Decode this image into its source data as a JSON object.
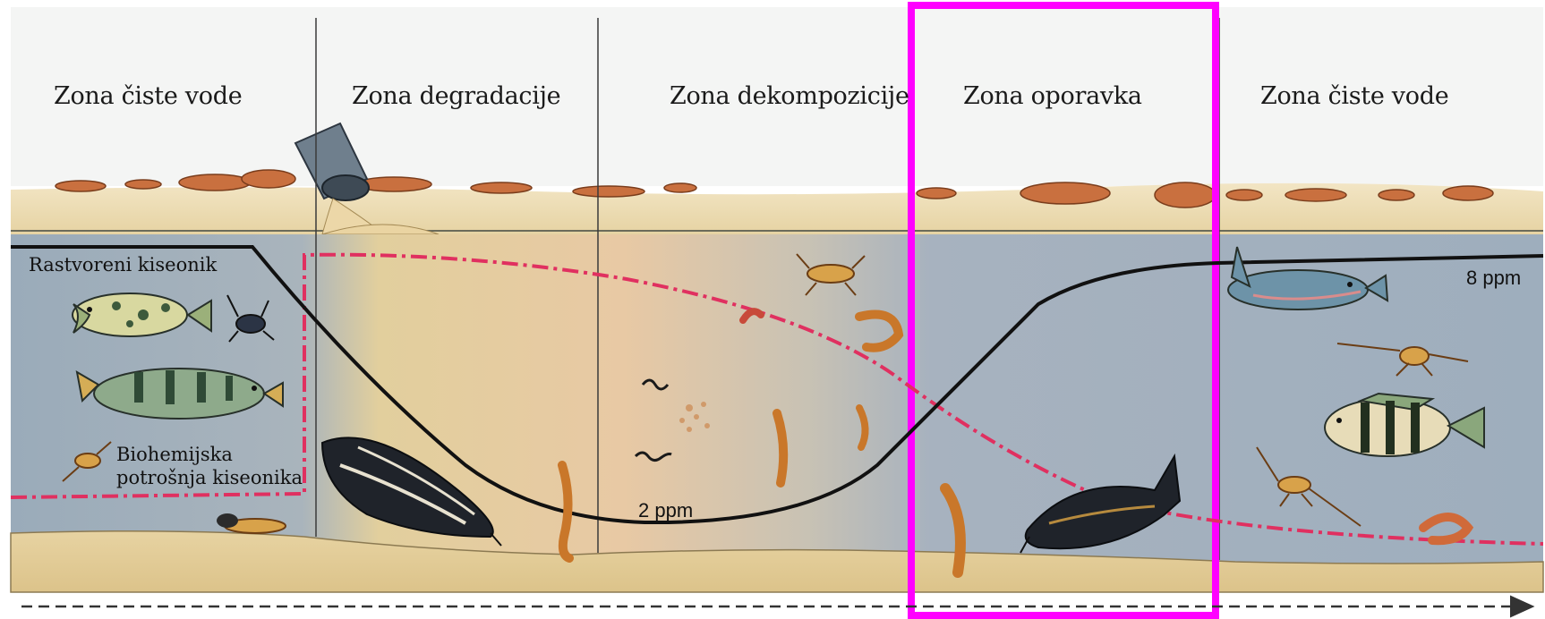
{
  "zones": [
    {
      "title": "Zona čiste vode"
    },
    {
      "title": "Zona degradacije"
    },
    {
      "title": "Zona dekompozicije"
    },
    {
      "title": "Zona oporavka"
    },
    {
      "title": "Zona čiste vode"
    }
  ],
  "labels": {
    "dissolved_oxygen": "Rastvoreni kiseonik",
    "bod_line1": "Biohemijska",
    "bod_line2": "potrošnja kiseonika",
    "min_oxygen": "2 ppm",
    "max_oxygen": "8 ppm"
  },
  "colors": {
    "highlight": "#ff00ff",
    "oxygen_curve": "#111111",
    "bod_curve": "#e03060",
    "water": "#9fb0bf",
    "sediment": "#e3cf9c"
  },
  "highlighted_zone": "Zona oporavka"
}
